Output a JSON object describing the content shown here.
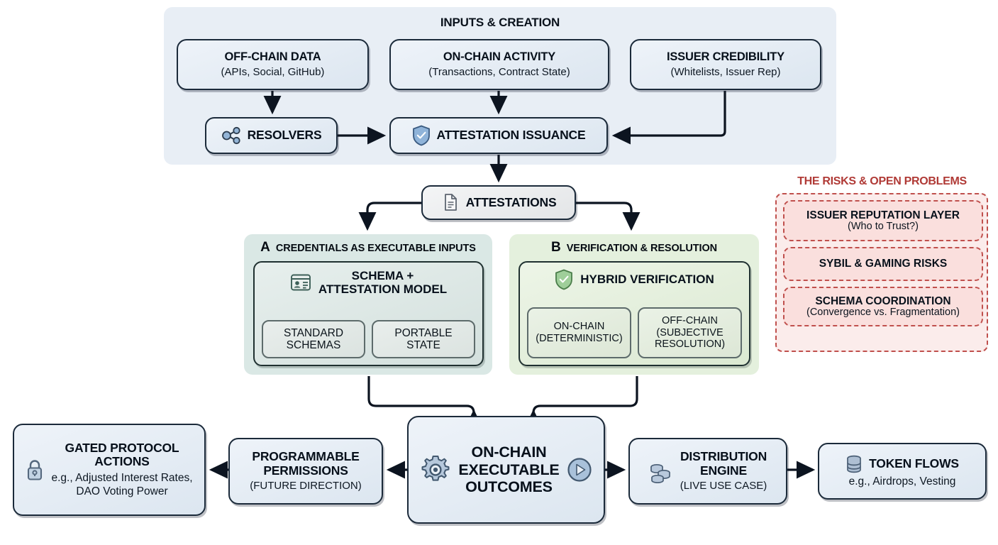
{
  "inputs_panel": {
    "title": "INPUTS & CREATION",
    "sources": [
      {
        "title": "OFF-CHAIN DATA",
        "subtitle": "(APIs, Social, GitHub)"
      },
      {
        "title": "ON-CHAIN ACTIVITY",
        "subtitle": "(Transactions, Contract State)"
      },
      {
        "title": "ISSUER CREDIBILITY",
        "subtitle": "(Whitelists, Issuer Rep)"
      }
    ],
    "resolvers": {
      "label": "RESOLVERS",
      "icon": "share-nodes-icon"
    },
    "issuance": {
      "label": "ATTESTATION ISSUANCE",
      "icon": "shield-check-icon"
    }
  },
  "attestations": {
    "label": "ATTESTATIONS",
    "icon": "document-icon"
  },
  "panel_a": {
    "letter": "A",
    "heading": "CREDENTIALS AS EXECUTABLE INPUTS",
    "inner": {
      "icon": "id-card-icon",
      "title_line1": "SCHEMA +",
      "title_line2": "ATTESTATION MODEL",
      "chips": [
        {
          "line1": "STANDARD",
          "line2": "SCHEMAS"
        },
        {
          "line1": "PORTABLE",
          "line2": "STATE"
        }
      ]
    }
  },
  "panel_b": {
    "letter": "B",
    "heading": "VERIFICATION & RESOLUTION",
    "inner": {
      "icon": "shield-check-green-icon",
      "title": "HYBRID VERIFICATION",
      "chips": [
        {
          "line1": "ON-CHAIN",
          "line2": "(DETERMINISTIC)",
          "line3": ""
        },
        {
          "line1": "OFF-CHAIN",
          "line2": "(SUBJECTIVE",
          "line3": "RESOLUTION)"
        }
      ]
    }
  },
  "risks": {
    "title": "THE RISKS & OPEN PROBLEMS",
    "cards": [
      {
        "title": "ISSUER REPUTATION LAYER",
        "subtitle": "(Who to Trust?)"
      },
      {
        "title": "SYBIL & GAMING RISKS",
        "subtitle": ""
      },
      {
        "title": "SCHEMA COORDINATION",
        "subtitle": "(Convergence vs. Fragmentation)"
      }
    ]
  },
  "outcomes_row": {
    "gated": {
      "icon": "lock-icon",
      "title_line1": "GATED PROTOCOL",
      "title_line2": "ACTIONS",
      "sub_line1": "e.g., Adjusted Interest Rates,",
      "sub_line2": "DAO Voting Power"
    },
    "permissions": {
      "title_line1": "PROGRAMMABLE",
      "title_line2": "PERMISSIONS",
      "subtitle": "(FUTURE DIRECTION)"
    },
    "outcomes": {
      "icon_left": "gear-icon",
      "icon_right": "play-circle-icon",
      "title_line1": "ON-CHAIN",
      "title_line2": "EXECUTABLE",
      "title_line3": "OUTCOMES"
    },
    "distribution": {
      "icon": "coins-stack-icon",
      "title_line1": "DISTRIBUTION",
      "title_line2": "ENGINE",
      "subtitle": "(LIVE USE CASE)"
    },
    "token_flows": {
      "icon": "database-icon",
      "title": "TOKEN FLOWS",
      "subtitle": "e.g., Airdrops, Vesting"
    }
  },
  "colors": {
    "panel_blue": "#e8eef5",
    "panel_teal": "#dae8e5",
    "panel_green": "#e4f0dd",
    "risk_red": "#c0504d",
    "risk_title": "#b03a36",
    "node_stroke": "#1b2a3a"
  }
}
